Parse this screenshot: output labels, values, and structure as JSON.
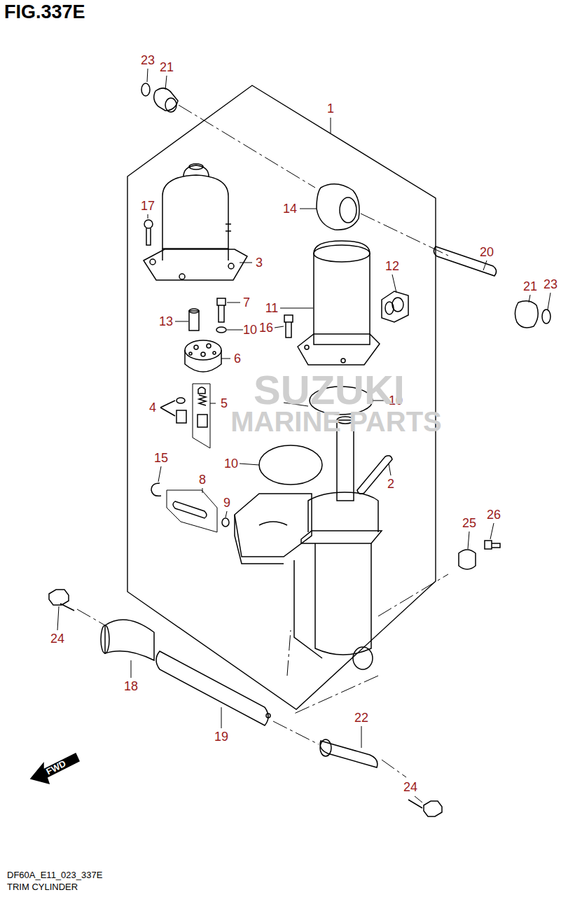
{
  "diagram": {
    "title": "FIG.337E",
    "caption": "TRIM CYLINDER",
    "labels": [
      "23",
      "21",
      "1",
      "14",
      "17",
      "3",
      "20",
      "12",
      "21",
      "23",
      "11",
      "7",
      "16",
      "13",
      "10",
      "6",
      "10",
      "4",
      "5",
      "15",
      "10",
      "8",
      "2",
      "9",
      "25",
      "26",
      "24",
      "18",
      "19",
      "22",
      "24",
      "SUZUKI",
      "MARINE PARTS",
      "FWD",
      "DF60A_E11_023_337E"
    ]
  }
}
